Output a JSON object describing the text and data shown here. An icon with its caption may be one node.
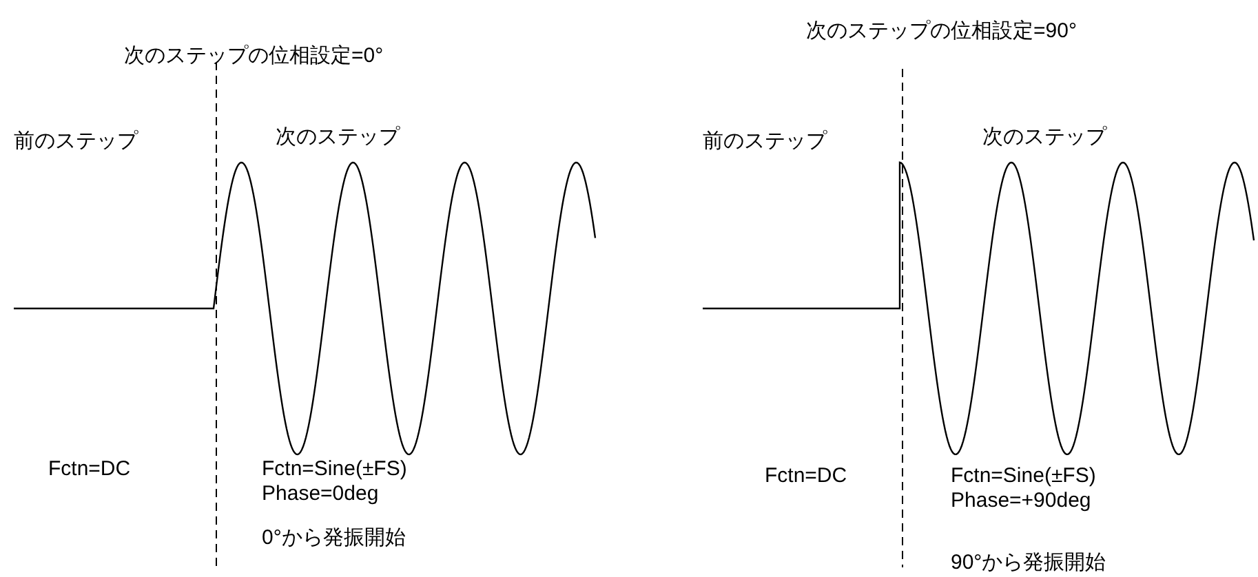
{
  "diagram": {
    "labels": [
      "次のステップの位相設定=0°",
      "次のステップの位相設定=90°",
      "前のステップ",
      "次のステップ",
      "前のステップ",
      "次のステップ",
      "Fctn=DC",
      "Fctn=Sine(±FS)",
      "Phase=0deg",
      "Fctn=DC",
      "Fctn=Sine(±FS)",
      "Phase=+90deg",
      "0°から発振開始",
      "90°から発振開始"
    ]
  }
}
